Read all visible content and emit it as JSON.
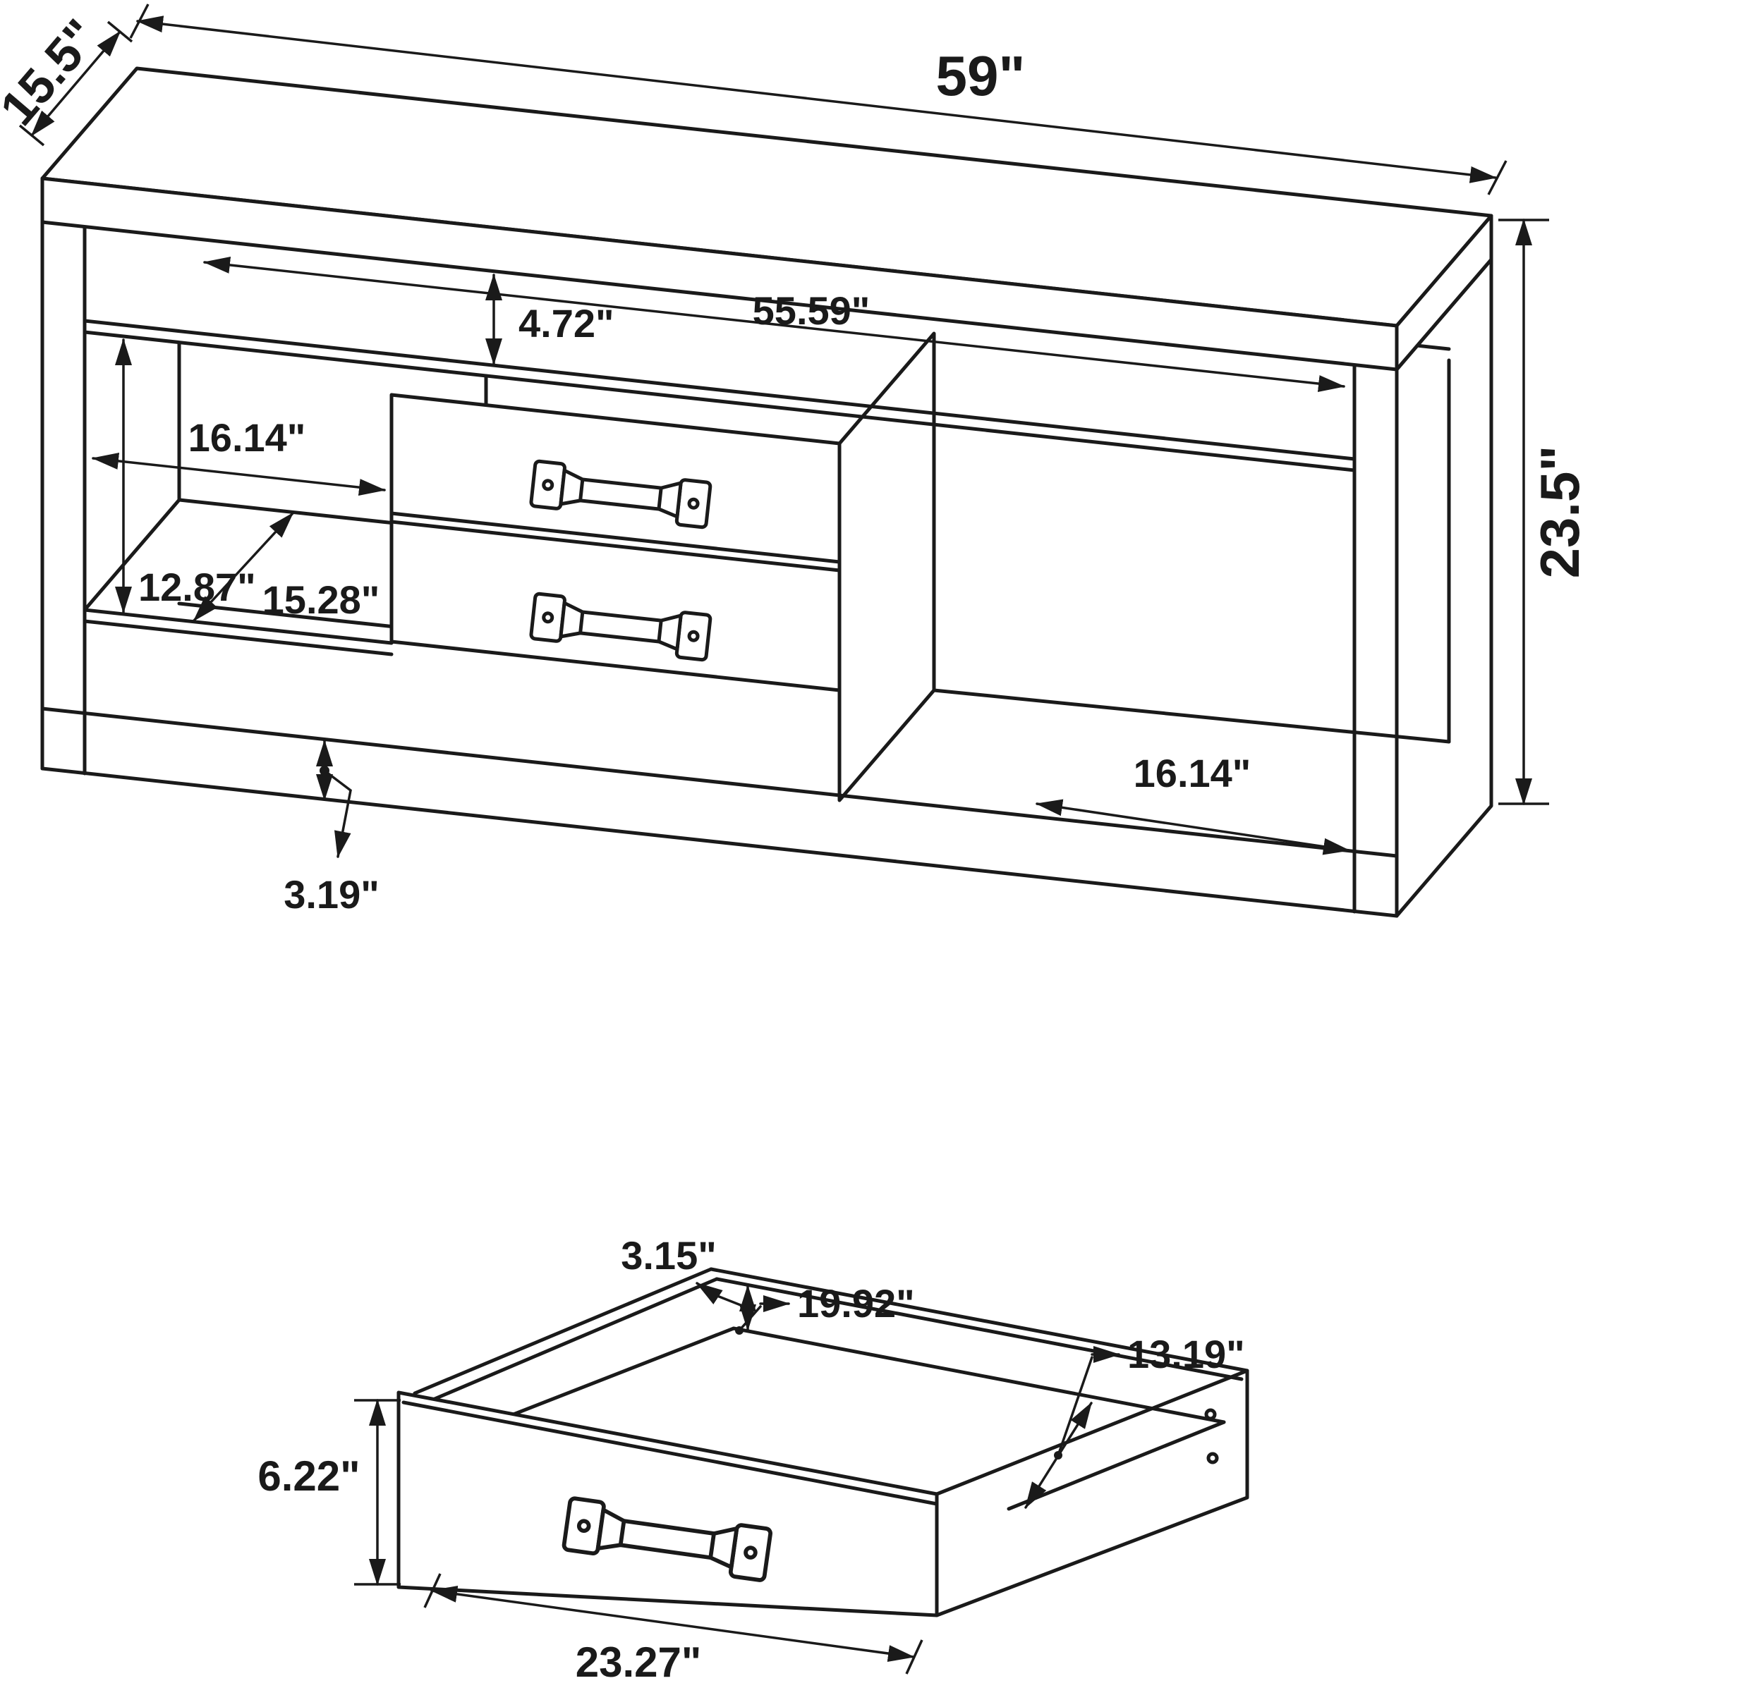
{
  "figure": {
    "background": "#ffffff",
    "line_color": "#1a1a1a",
    "description": "Furniture dimension diagram: TV console with two drawers, and detail view of a single drawer"
  },
  "tv_stand": {
    "dim_width": "59\"",
    "dim_depth": "15.5\"",
    "dim_height": "23.5\"",
    "dim_inner_width": "55.59\"",
    "dim_shelf_height": "4.72\"",
    "dim_left_opening_width": "16.14\"",
    "dim_left_opening_height": "12.87\"",
    "dim_left_opening_depth": "15.28\"",
    "dim_base_height": "3.19\"",
    "dim_right_opening_width": "16.14\""
  },
  "drawer": {
    "dim_inner_height": "3.15\"",
    "dim_inner_width": "19.92\"",
    "dim_inner_depth": "13.19\"",
    "dim_front_height": "6.22\"",
    "dim_front_width": "23.27\""
  }
}
